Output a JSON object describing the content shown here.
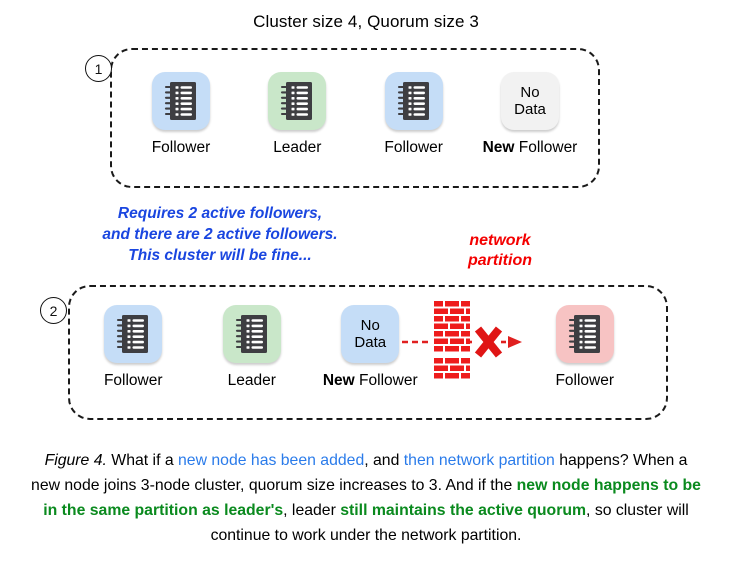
{
  "figure": {
    "title": "Cluster size 4, Quorum size 3"
  },
  "colors": {
    "follower_tile": "#c5ddf7",
    "leader_tile": "#c9e7c9",
    "partitioned_follower_tile": "#f7c3c3",
    "no_data_tile_step1": "#f2f2f2",
    "no_data_tile_step2": "#c5ddf7",
    "annotation_blue": "#1a46e0",
    "partition_red": "#f40000",
    "caption_blue": "#2a7bea",
    "caption_green": "#0a8a1e",
    "box_border": "#1a1a1a"
  },
  "steps": [
    {
      "number": "1",
      "nodes": [
        {
          "tile": "notepad",
          "color": "blue",
          "label_bold": "",
          "label": "Follower"
        },
        {
          "tile": "notepad",
          "color": "green",
          "label_bold": "",
          "label": "Leader"
        },
        {
          "tile": "notepad",
          "color": "blue",
          "label_bold": "",
          "label": "Follower"
        },
        {
          "tile": "no-data",
          "color": "gray",
          "label_bold": "New",
          "label": " Follower",
          "tile_text": [
            "No",
            "Data"
          ]
        }
      ]
    },
    {
      "number": "2",
      "nodes": [
        {
          "tile": "notepad",
          "color": "blue",
          "label_bold": "",
          "label": "Follower"
        },
        {
          "tile": "notepad",
          "color": "green",
          "label_bold": "",
          "label": "Leader"
        },
        {
          "tile": "no-data",
          "color": "blue",
          "label_bold": "New",
          "label": " Follower",
          "tile_text": [
            "No",
            "Data"
          ]
        },
        {
          "tile": "notepad",
          "color": "pink",
          "label_bold": "",
          "label": "Follower"
        }
      ]
    }
  ],
  "annotation": {
    "blue_note_lines": [
      "Requires 2 active followers,",
      "and there are 2 active followers.",
      "This cluster will be fine..."
    ],
    "network_partition_lines": [
      "network",
      "partition"
    ]
  },
  "partition_graphic": {
    "name": "brick-wall-partition",
    "brick_blocks": 3,
    "marker": "X",
    "arrow": "blocked-dashed-arrow"
  },
  "caption": {
    "fig_no": "Figure 4.",
    "part1": " What if a ",
    "blue1": "new node has been added",
    "part2": ", and ",
    "blue2": "then network partition",
    "part3": " happens? When a new node joins 3-node cluster, quorum size increases to 3. And if the ",
    "green1": "new node happens to be in the same partition as leader's",
    "part4": ", leader ",
    "green2": "still maintains the active quorum",
    "part5": ", so cluster will continue to work under the network partition."
  }
}
